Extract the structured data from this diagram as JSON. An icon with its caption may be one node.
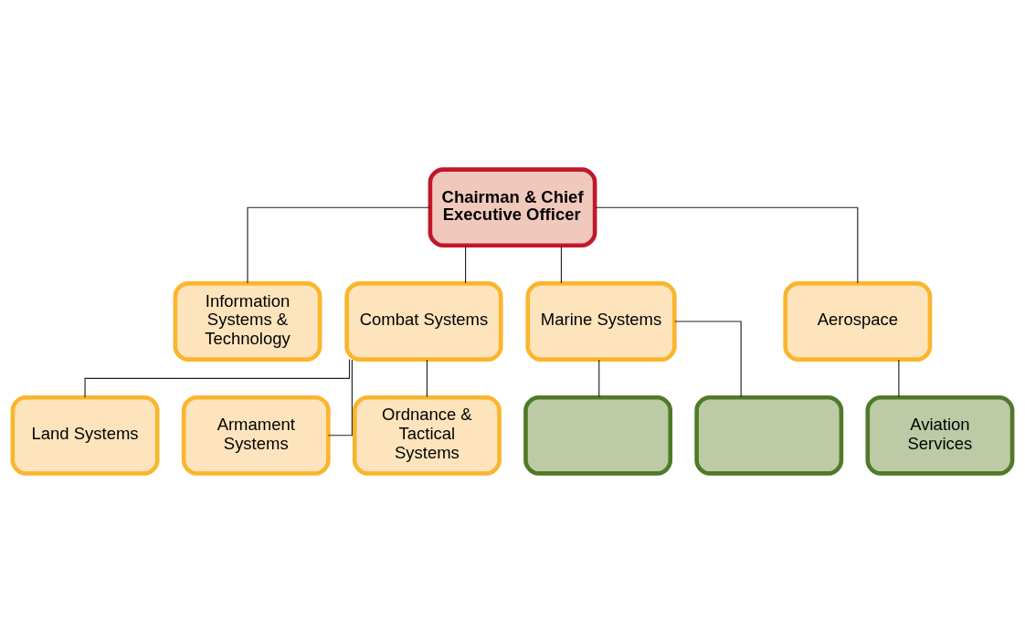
{
  "diagram": {
    "nodes": [
      {
        "text": [
          "Chairman & Chief Executive Officer"
        ]
      },
      {
        "text": [
          "Information Systems & Technology"
        ]
      },
      {
        "text": [
          "Combat Systems"
        ]
      },
      {
        "text": [
          "Marine Systems"
        ]
      },
      {
        "text": [
          "Aerospace"
        ]
      },
      {
        "text": [
          "Land Systems"
        ]
      },
      {
        "text": [
          "Armament Systems"
        ]
      },
      {
        "text": [
          "Ordnance & Tactical Systems"
        ]
      },
      {
        "text": [
          "Aviation Services"
        ]
      },
      {
        "text": [],
        "shape": "box"
      },
      {
        "text": [],
        "shape": "box"
      }
    ],
    "edges": [
      {
        "from": 0,
        "to": 1,
        "arrow": "none"
      },
      {
        "from": 0,
        "to": 2,
        "arrow": "none"
      },
      {
        "from": 0,
        "to": 3,
        "arrow": "none"
      },
      {
        "from": 0,
        "to": 4,
        "arrow": "none"
      },
      {
        "from": 2,
        "to": 5,
        "arrow": "none"
      },
      {
        "from": 2,
        "to": 6,
        "arrow": "none"
      },
      {
        "from": 2,
        "to": 7,
        "arrow": "none"
      },
      {
        "from": 4,
        "to": 8,
        "arrow": "none"
      },
      {
        "from": 3,
        "to": 9,
        "arrow": "none"
      },
      {
        "from": 3,
        "to": 10,
        "arrow": "none"
      }
    ]
  }
}
